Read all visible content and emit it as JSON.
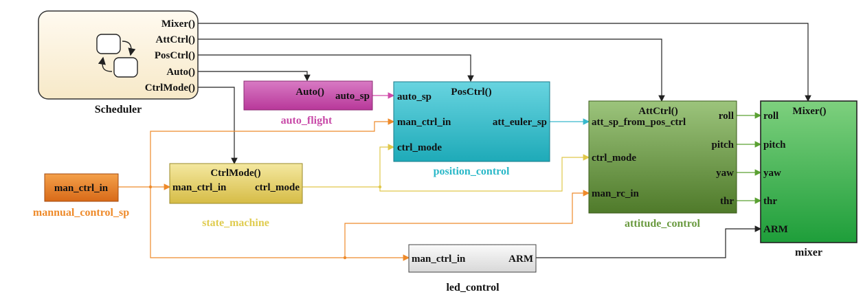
{
  "scheduler": {
    "title": "Scheduler",
    "ports": [
      "Mixer()",
      "AttCtrl()",
      "PosCtrl()",
      "Auto()",
      "CtrlMode()"
    ]
  },
  "auto_flight": {
    "title": "auto_flight",
    "trigger": "Auto()",
    "out_port": "auto_sp",
    "color": "#c84aa8"
  },
  "position_control": {
    "title": "position_control",
    "trigger": "PosCtrl()",
    "in_ports": [
      "auto_sp",
      "man_ctrl_in",
      "ctrl_mode"
    ],
    "out_port": "att_euler_sp",
    "color": "#2ab8c8"
  },
  "mannual_control_sp": {
    "title": "mannual_control_sp",
    "out_port": "man_ctrl_in",
    "color": "#ee8a2a"
  },
  "state_machine": {
    "title": "state_machine",
    "trigger": "CtrlMode()",
    "in_port": "man_ctrl_in",
    "out_port": "ctrl_mode",
    "color": "#dcc84a"
  },
  "attitude_control": {
    "title": "attitude_control",
    "trigger": "AttCtrl()",
    "in_ports": [
      "att_sp_from_pos_ctrl",
      "ctrl_mode",
      "man_rc_in"
    ],
    "out_ports": [
      "roll",
      "pitch",
      "yaw",
      "thr"
    ],
    "color": "#6a9a40"
  },
  "mixer": {
    "title": "mixer",
    "trigger": "Mixer()",
    "in_ports": [
      "roll",
      "pitch",
      "yaw",
      "thr",
      "ARM"
    ],
    "color": "#2eaa4a"
  },
  "led_control": {
    "title": "led_control",
    "in_port": "man_ctrl_in",
    "out_port": "ARM"
  }
}
